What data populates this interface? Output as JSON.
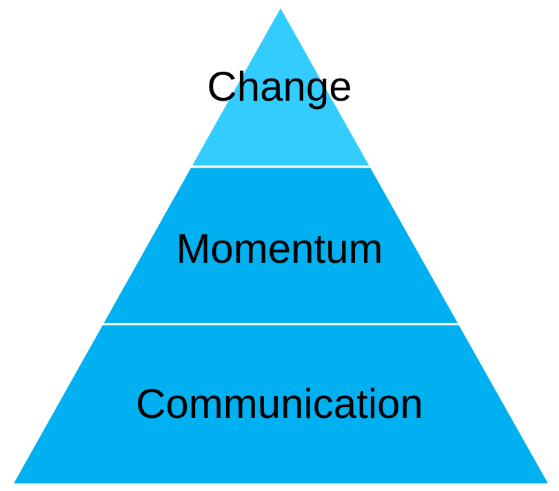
{
  "diagram": {
    "type": "pyramid",
    "background_color": "#FFFFFF",
    "divider_color": "#FFFFFF",
    "label_color": "#000000",
    "levels": [
      {
        "position": "top",
        "label": "Change",
        "color": "#33CCFF"
      },
      {
        "position": "middle",
        "label": "Momentum",
        "color": "#00B0F0"
      },
      {
        "position": "bottom",
        "label": "Communication",
        "color": "#00B0F0"
      }
    ]
  }
}
